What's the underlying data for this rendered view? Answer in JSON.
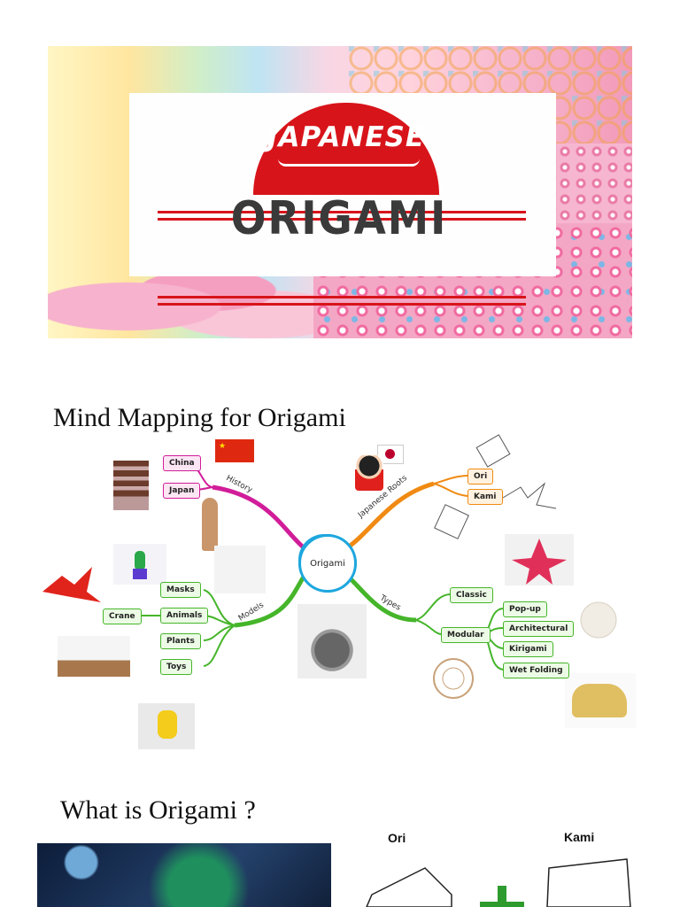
{
  "banner": {
    "japanese": "JAPANESE",
    "origami": "ORIGAMI"
  },
  "sections": {
    "mind_mapping": "Mind Mapping for Origami",
    "what_is": "What is Origami ?"
  },
  "mindmap": {
    "center": "Origami",
    "branches": {
      "history": "History",
      "roots": "Japanese Roots",
      "models": "Models",
      "types": "Types"
    },
    "history_nodes": [
      "China",
      "Japan"
    ],
    "roots_nodes": [
      "Ori",
      "Kami"
    ],
    "models_nodes": [
      "Masks",
      "Animals",
      "Plants",
      "Toys"
    ],
    "crane": "Crane",
    "types_nodes": [
      "Classic",
      "Modular"
    ],
    "modular_nodes": [
      "Pop-up",
      "Architectural",
      "Kirigami",
      "Wet Folding"
    ],
    "colors": {
      "history": "#d11d99",
      "roots": "#f08a12",
      "models": "#45b52a",
      "types": "#45b52a"
    }
  },
  "bottom": {
    "ori": "Ori",
    "kami": "Kami"
  }
}
